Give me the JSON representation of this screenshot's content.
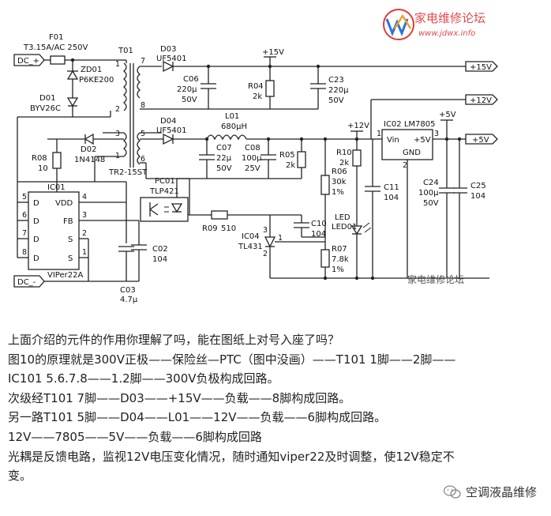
{
  "watermark": {
    "top_text": "家电维修论坛",
    "top_url": "www.jdwx.info",
    "bottom_text": "家电维修论坛"
  },
  "schematic": {
    "nets": {
      "dc_plus": "DC_+",
      "dc_minus": "DC_-",
      "out_15v": "+15V",
      "out_12v": "+12V",
      "out_5v": "+5V",
      "rail_15v": "+15V",
      "rail_12v": "+12V",
      "rail_5v": "+5V"
    },
    "parts": {
      "f01": {
        "ref": "F01",
        "value": "T3.15A/AC 250V"
      },
      "zd01": {
        "ref": "ZD01",
        "value": "P6KE200"
      },
      "d01": {
        "ref": "D01",
        "value": "BYV26C"
      },
      "t01": {
        "ref": "T01",
        "value": "TR2-15ST"
      },
      "d03": {
        "ref": "D03",
        "value": "UF5401"
      },
      "c06": {
        "ref": "C06",
        "value": "220µ",
        "voltage": "50V"
      },
      "r04": {
        "ref": "R04",
        "value": "2k"
      },
      "c23": {
        "ref": "C23",
        "value": "220µ",
        "voltage": "50V"
      },
      "d04": {
        "ref": "D04",
        "value": "UF5401"
      },
      "l01": {
        "ref": "L01",
        "value": "680µH"
      },
      "c07": {
        "ref": "C07",
        "value": "22µ",
        "voltage": "50V"
      },
      "c08": {
        "ref": "C08",
        "value": "100µ",
        "voltage": "25V"
      },
      "r05": {
        "ref": "R05",
        "value": "2k"
      },
      "r10": {
        "ref": "R10",
        "value": "2k"
      },
      "r06": {
        "ref": "R06",
        "value": "30k",
        "tol": "1%"
      },
      "c11": {
        "ref": "C11",
        "value": "104"
      },
      "ic02": {
        "ref": "IC02 LM7805",
        "vin": "Vin",
        "vout": "+5V",
        "gnd": "GND"
      },
      "c24": {
        "ref": "C24",
        "value": "100µ",
        "voltage": "50V"
      },
      "c25": {
        "ref": "C25",
        "value": "104"
      },
      "d02": {
        "ref": "D02",
        "value": "1N4148"
      },
      "r08": {
        "ref": "R08",
        "value": "10"
      },
      "ic01": {
        "ref": "IC01",
        "name": "VIPer22A",
        "pins": [
          "D",
          "D",
          "D",
          "D",
          "VDD",
          "FB",
          "S",
          "S"
        ]
      },
      "pc01": {
        "ref": "PC01",
        "value": "TLP421"
      },
      "r09": {
        "ref": "R09",
        "value": "510"
      },
      "c10": {
        "ref": "C10",
        "value": "104"
      },
      "ic04": {
        "ref": "IC04",
        "value": "TL431"
      },
      "r07": {
        "ref": "R07",
        "value": "7.8k",
        "tol": "1%"
      },
      "led01": {
        "ref": "LED",
        "value": "LED01"
      },
      "c02": {
        "ref": "C02",
        "value": "104"
      },
      "c03": {
        "ref": "C03",
        "value": "4.7µ"
      }
    },
    "pins": {
      "t01": [
        "7",
        "8",
        "3",
        "2",
        "1",
        "5",
        "6"
      ],
      "ic01": [
        "5",
        "6",
        "7",
        "8",
        "4",
        "3",
        "2",
        "1"
      ],
      "ic02": [
        "1",
        "3",
        "2"
      ],
      "ic04": [
        "3",
        "1",
        "2"
      ]
    }
  },
  "caption": {
    "lines": [
      "上面介绍的元件的作用你理解了吗，能在图纸上对号入座了吗？",
      "图10的原理就是300V正极——保险丝—PTC（图中没画）——T101 1脚——2脚——",
      "IC101  5.6.7.8——1.2脚——300V负极构成回路。",
      "次级经T101 7脚——D03——+15V——负载——8脚构成回路。",
      "另一路T101 5脚——D04——L01——12V——负载——6脚构成回路。",
      "12V——7805——5V——负载——6脚构成回路",
      "光耦是反馈电路，监视12V电压变化情况，随时通知viper22及时调整，使12V稳定不",
      "变。"
    ]
  },
  "footer": {
    "account": "空调液晶维修"
  }
}
